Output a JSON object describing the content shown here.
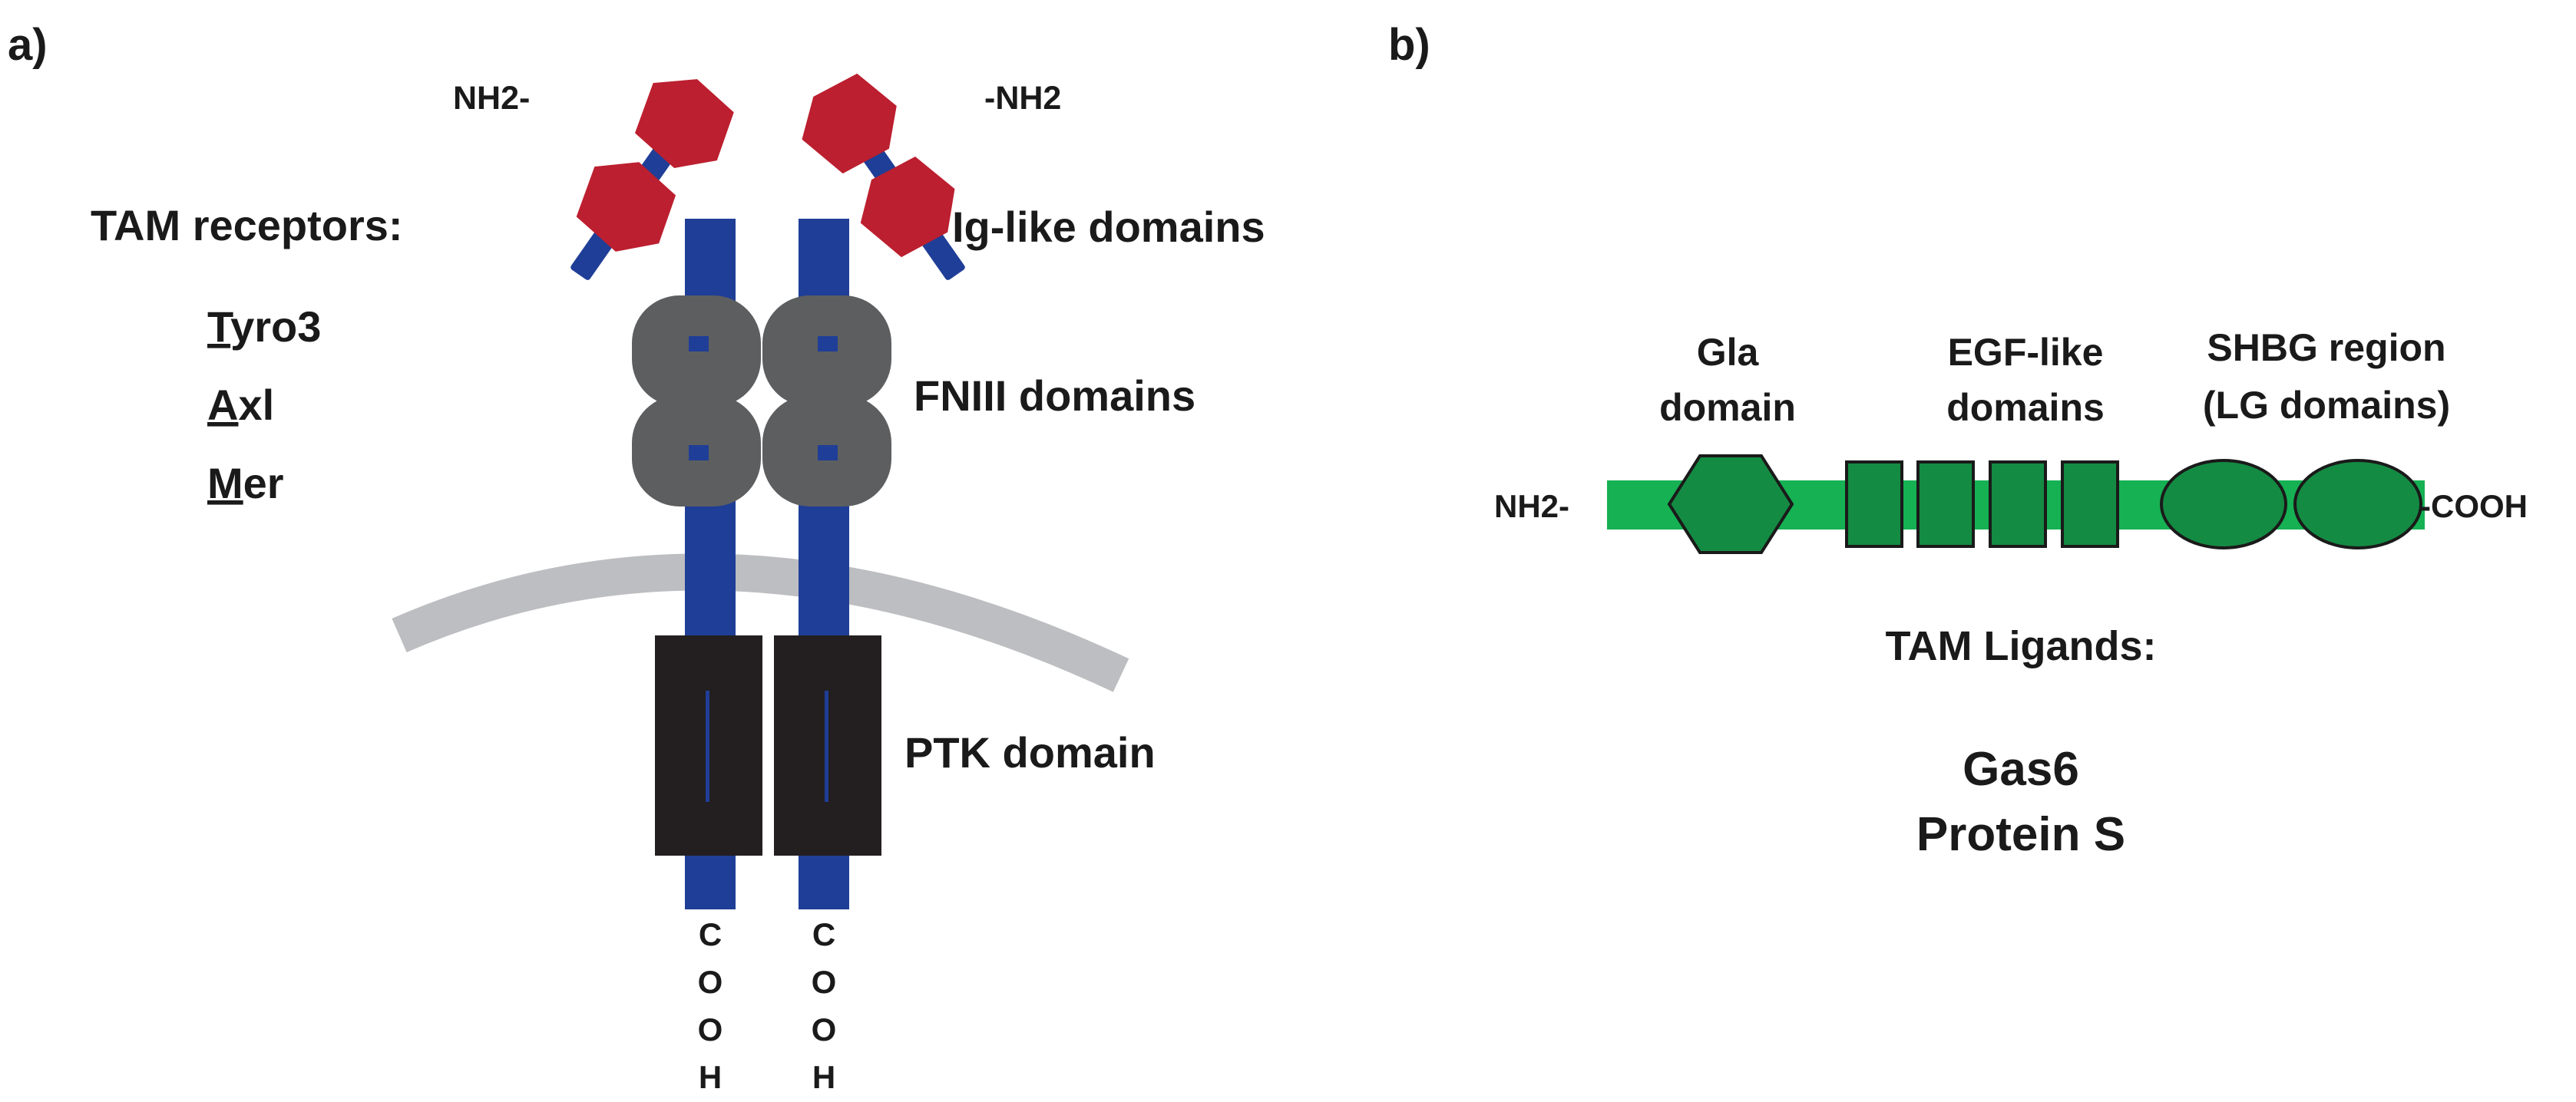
{
  "colors": {
    "backbone": "#1f3e97",
    "ig": "#bc1f2f",
    "fn": "#5d5e60",
    "ptk": "#231f20",
    "membrane": "#bdbec1",
    "ligand": "#15b153",
    "ligand_domain": "#148b43",
    "outline": "#1a1a1a"
  },
  "panel_a": {
    "label": "a)",
    "nh2_left": "NH2-",
    "nh2_right": "-NH2",
    "heading": "TAM receptors:",
    "receptors": [
      {
        "initial": "T",
        "rest": "yro3"
      },
      {
        "initial": "A",
        "rest": "xl"
      },
      {
        "initial": "M",
        "rest": "er"
      }
    ],
    "ig_label": "Ig-like domains",
    "fn_label": "FNIII domains",
    "ptk_label": "PTK domain",
    "cooh_left": [
      "C",
      "O",
      "O",
      "H"
    ],
    "cooh_right": [
      "C",
      "O",
      "O",
      "H"
    ]
  },
  "panel_b": {
    "label": "b)",
    "gla": {
      "line1": "Gla",
      "line2": "domain"
    },
    "egf": {
      "line1": "EGF-like",
      "line2": "domains"
    },
    "shbg": {
      "line1": "SHBG region",
      "line2": "(LG domains)"
    },
    "nh2": "NH2-",
    "cooh": "-COOH",
    "ligands_heading": "TAM Ligands:",
    "ligands": [
      "Gas6",
      "Protein S"
    ]
  }
}
